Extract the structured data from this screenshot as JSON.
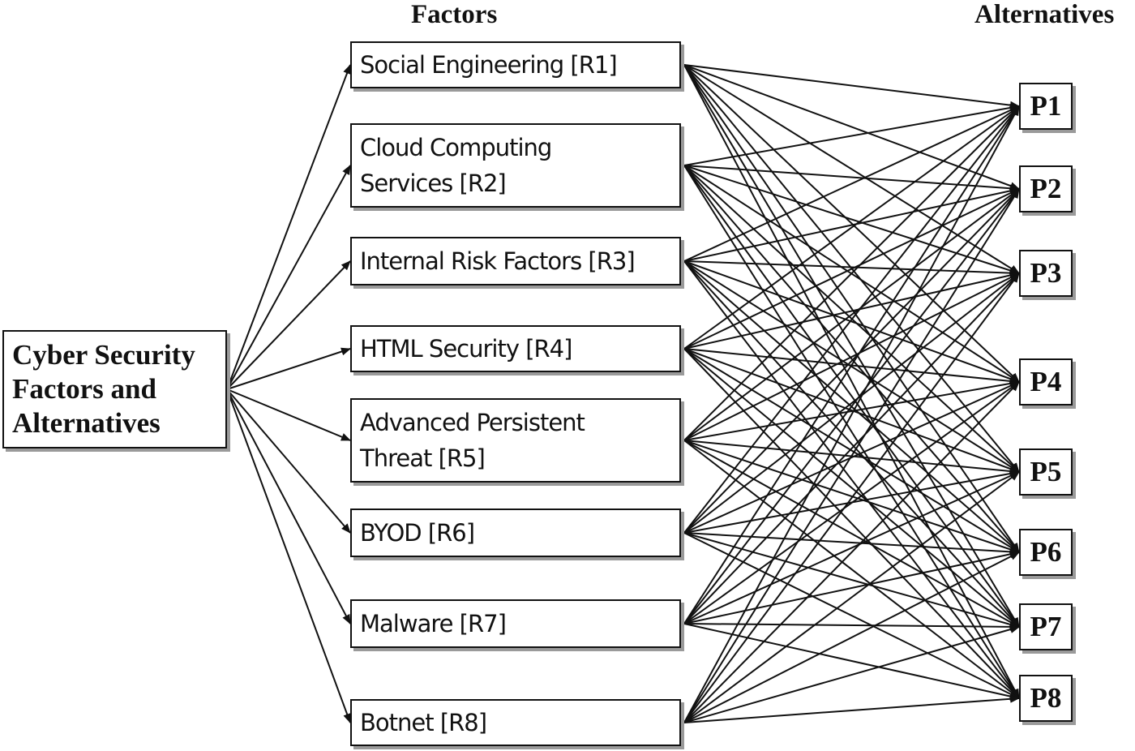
{
  "headings": {
    "factors": "Factors",
    "alternatives": "Alternatives"
  },
  "root": {
    "label": "Cyber Security\nFactors and\nAlternatives"
  },
  "factors": [
    {
      "id": "R1",
      "label": "Social Engineering [R1]"
    },
    {
      "id": "R2",
      "label": "Cloud Computing\nServices [R2]"
    },
    {
      "id": "R3",
      "label": "Internal Risk Factors [R3]"
    },
    {
      "id": "R4",
      "label": "HTML Security [R4]"
    },
    {
      "id": "R5",
      "label": "Advanced Persistent\nThreat [R5]"
    },
    {
      "id": "R6",
      "label": "BYOD [R6]"
    },
    {
      "id": "R7",
      "label": "Malware [R7]"
    },
    {
      "id": "R8",
      "label": "Botnet [R8]"
    }
  ],
  "alternatives": [
    {
      "id": "P1",
      "label": "P1"
    },
    {
      "id": "P2",
      "label": "P2"
    },
    {
      "id": "P3",
      "label": "P3"
    },
    {
      "id": "P4",
      "label": "P4"
    },
    {
      "id": "P5",
      "label": "P5"
    },
    {
      "id": "P6",
      "label": "P6"
    },
    {
      "id": "P7",
      "label": "P7"
    },
    {
      "id": "P8",
      "label": "P8"
    }
  ],
  "connections": {
    "root_to_factors": "all",
    "factors_to_alternatives": "all"
  },
  "colors": {
    "line": "#111111",
    "box_border": "#111111",
    "shadow": "#9a9a9a",
    "background": "#ffffff"
  }
}
